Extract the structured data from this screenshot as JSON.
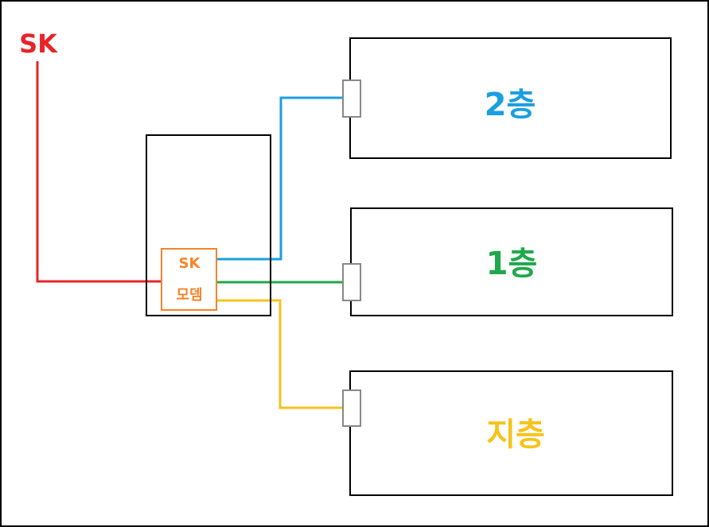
{
  "isp_label": "SK",
  "modem": {
    "line1": "SK",
    "line2": "모뎀"
  },
  "floors": {
    "second": "2층",
    "first": "1층",
    "basement": "지층"
  },
  "colors": {
    "isp": "#e8242a",
    "modem": "#f5842a",
    "second": "#1a9fe0",
    "first": "#1fa84a",
    "basement": "#f7c31b",
    "outline": "#000000",
    "connector": "#888888"
  }
}
